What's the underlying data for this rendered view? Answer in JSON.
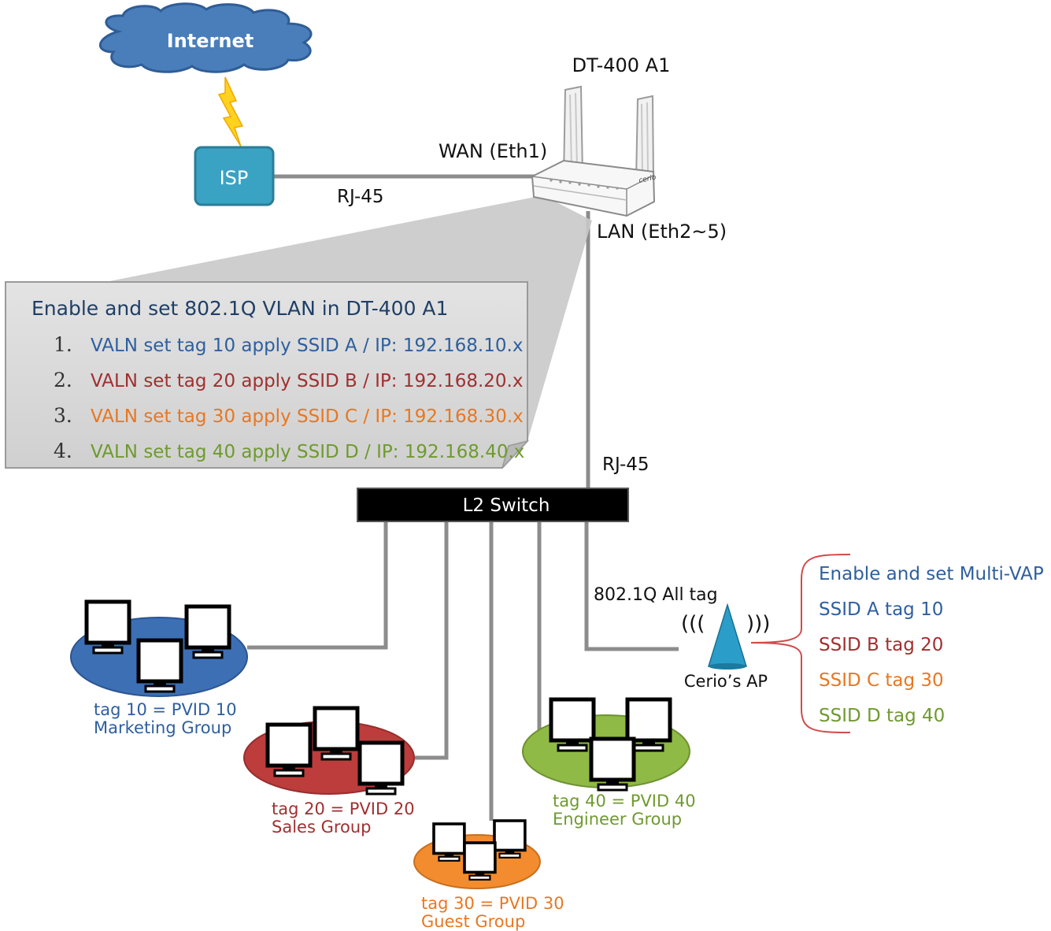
{
  "internet": {
    "label": "Internet",
    "color": "#4a7ebb"
  },
  "isp": {
    "label": "ISP",
    "color": "#3aa3c4"
  },
  "router": {
    "name": "DT-400 A1",
    "wan_label": "WAN (Eth1)",
    "lan_label": "LAN (Eth2~5)",
    "brand": "cerio"
  },
  "links": {
    "isp_router": "RJ-45",
    "router_switch": "RJ-45",
    "switch_ap": "802.1Q All tag"
  },
  "vlan_box": {
    "title": "Enable and set 802.1Q VLAN in DT-400 A1",
    "items": [
      {
        "num": "1.",
        "text": "VALN set tag 10 apply SSID A / IP: 192.168.10.x",
        "color": "#2e5f9e"
      },
      {
        "num": "2.",
        "text": "VALN set tag 20 apply SSID B / IP: 192.168.20.x",
        "color": "#a03030"
      },
      {
        "num": "3.",
        "text": "VALN set tag 30 apply SSID C / IP: 192.168.30.x",
        "color": "#e87722"
      },
      {
        "num": "4.",
        "text": "VALN set tag 40 apply SSID D / IP: 192.168.40.x",
        "color": "#6f9a2f"
      }
    ]
  },
  "switch": {
    "label": "L2 Switch"
  },
  "ap": {
    "label": "Cerio’s AP",
    "left_waves": "(((",
    "right_waves": ")))",
    "color": "#2a9ec9"
  },
  "multi_vap": {
    "title": "Enable and set Multi-VAP",
    "items": [
      {
        "text": "SSID A tag 10",
        "color": "#2e5f9e"
      },
      {
        "text": "SSID B tag 20",
        "color": "#a03030"
      },
      {
        "text": "SSID C tag 30",
        "color": "#e87722"
      },
      {
        "text": "SSID D tag 40",
        "color": "#6f9a2f"
      }
    ]
  },
  "groups": [
    {
      "tag": "tag 10 = PVID 10",
      "name": "Marketing Group",
      "color": "#3d6fb5",
      "text_color": "#2e5f9e"
    },
    {
      "tag": "tag 20 = PVID 20",
      "name": "Sales Group",
      "color": "#bd3c3c",
      "text_color": "#a03030"
    },
    {
      "tag": "tag 30 = PVID 30",
      "name": "Guest Group",
      "color": "#f28c2e",
      "text_color": "#e87722"
    },
    {
      "tag": "tag 40 = PVID 40",
      "name": "Engineer Group",
      "color": "#8fba45",
      "text_color": "#6f9a2f"
    }
  ]
}
